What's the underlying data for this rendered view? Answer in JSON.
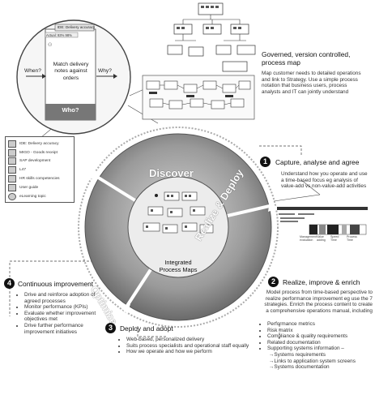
{
  "zoom_card": {
    "header": "IDE: Delivery accuracy",
    "metric": "Actual: 93% 98%",
    "title": "Match delivery notes against orders",
    "when": "When?",
    "why": "Why?",
    "who": "Who?"
  },
  "governed": {
    "title": "Governed, version controlled, process map",
    "text": "Map customer needs to detailed operations and link to Strategy. Use a simple process notation that business users, process analysts and IT can jointly understand"
  },
  "legend": [
    {
      "label": "IDE: Delivery accuracy",
      "icon": "chart-icon"
    },
    {
      "label": "MIGO - Goods receipt",
      "icon": "screen-icon"
    },
    {
      "label": "SAP development",
      "icon": "document-icon"
    },
    {
      "label": "L47",
      "icon": "document-icon"
    },
    {
      "label": "HR skills competencies",
      "icon": "person-icon"
    },
    {
      "label": "User guide",
      "icon": "document-icon"
    },
    {
      "label": "eLearning topic",
      "icon": "globe-icon"
    }
  ],
  "wheel": {
    "discover": "Discover",
    "realize": "Realize & Deploy",
    "optimize": "Optimize",
    "center": "Integrated Process Maps"
  },
  "steps": [
    {
      "number": "1",
      "title": "Capture, analyse and agree",
      "text": "Understand how you operate and use a time-based focus eg analysis of value-add vs non-value-add activities"
    },
    {
      "number": "2",
      "title": "Realize, improve & enrich",
      "text": "Model process from time-based perspective to realize performance improvement eg use the 7 strategies. Enrich the process content to create a comprehensive operations manual, including",
      "bullets": [
        "Performance metrics",
        "Risk matrix",
        "Compliance & quality requirements",
        "Related documentation",
        "Supporting systems information –"
      ],
      "sub": [
        "Systems requirements",
        "Links to application system screens",
        "Systems documentation"
      ]
    },
    {
      "number": "3",
      "title": "Deploy and adopt",
      "bullets": [
        "Web-based, personalized delivery",
        "Suits process specialists and operational staff equally",
        "How we operate and how we perform"
      ]
    },
    {
      "number": "4",
      "title": "Continuous improvement",
      "bullets": [
        "Drive and reinforce adoption of agreed processes",
        "Monitor performance (KPIs)",
        "Evaluate whether improvement objectives met",
        "Drive further performance improvement initiatives"
      ]
    }
  ],
  "timeline": {
    "labels": [
      "Management evaluation",
      "Value adding",
      "Speed Time",
      "Process Time"
    ]
  },
  "colors": {
    "ring_dark": "#6e6e6e",
    "ring_light": "#b5b5b5",
    "center": "#ececec"
  }
}
